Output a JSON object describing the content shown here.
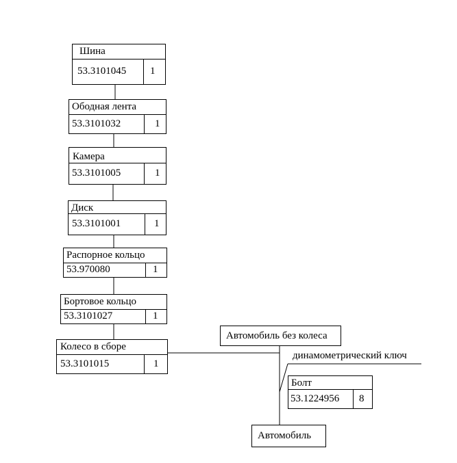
{
  "parts": {
    "tire": {
      "name": "Шина",
      "code": "53.3101045",
      "qty": "1"
    },
    "rim_tape": {
      "name": "Ободная лента",
      "code": "53.3101032",
      "qty": "1"
    },
    "tube": {
      "name": "Камера",
      "code": "53.3101005",
      "qty": "1"
    },
    "disk": {
      "name": "Диск",
      "code": "53.3101001",
      "qty": "1"
    },
    "spacer_ring": {
      "name": "Распорное кольцо",
      "code": "53.970080",
      "qty": "1"
    },
    "bead_ring": {
      "name": "Бортовое кольцо",
      "code": "53.3101027",
      "qty": "1"
    },
    "wheel_assembly": {
      "name": "Колесо в сборе",
      "code": "53.3101015",
      "qty": "1"
    },
    "bolt": {
      "name": "Болт",
      "code": "53.1224956",
      "qty": "8"
    }
  },
  "car_without_wheel": "Автомобиль без колеса",
  "car": "Автомобиль",
  "tool_label": "динамометрический ключ"
}
